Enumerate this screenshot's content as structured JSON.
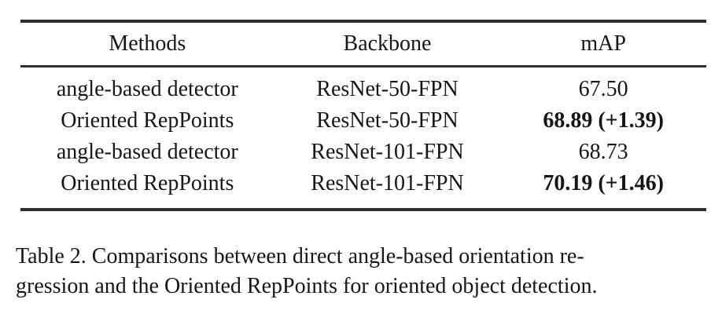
{
  "table": {
    "columns": [
      "Methods",
      "Backbone",
      "mAP"
    ],
    "rows": [
      {
        "method": "angle-based detector",
        "backbone": "ResNet-50-FPN",
        "map": "67.50",
        "map_bold": false
      },
      {
        "method": "Oriented RepPoints",
        "backbone": "ResNet-50-FPN",
        "map": "68.89 (+1.39)",
        "map_bold": true
      },
      {
        "method": "angle-based detector",
        "backbone": "ResNet-101-FPN",
        "map": "68.73",
        "map_bold": false
      },
      {
        "method": "Oriented RepPoints",
        "backbone": "ResNet-101-FPN",
        "map": "70.19 (+1.46)",
        "map_bold": true
      }
    ]
  },
  "caption": {
    "label": "Table 2.",
    "lines": [
      "Table 2.  Comparisons between direct angle-based orientation re-",
      "gression and the Oriented RepPoints for oriented object detection."
    ]
  },
  "colors": {
    "text": "#161616",
    "rule": "#2e2e2e",
    "background": "#ffffff"
  }
}
